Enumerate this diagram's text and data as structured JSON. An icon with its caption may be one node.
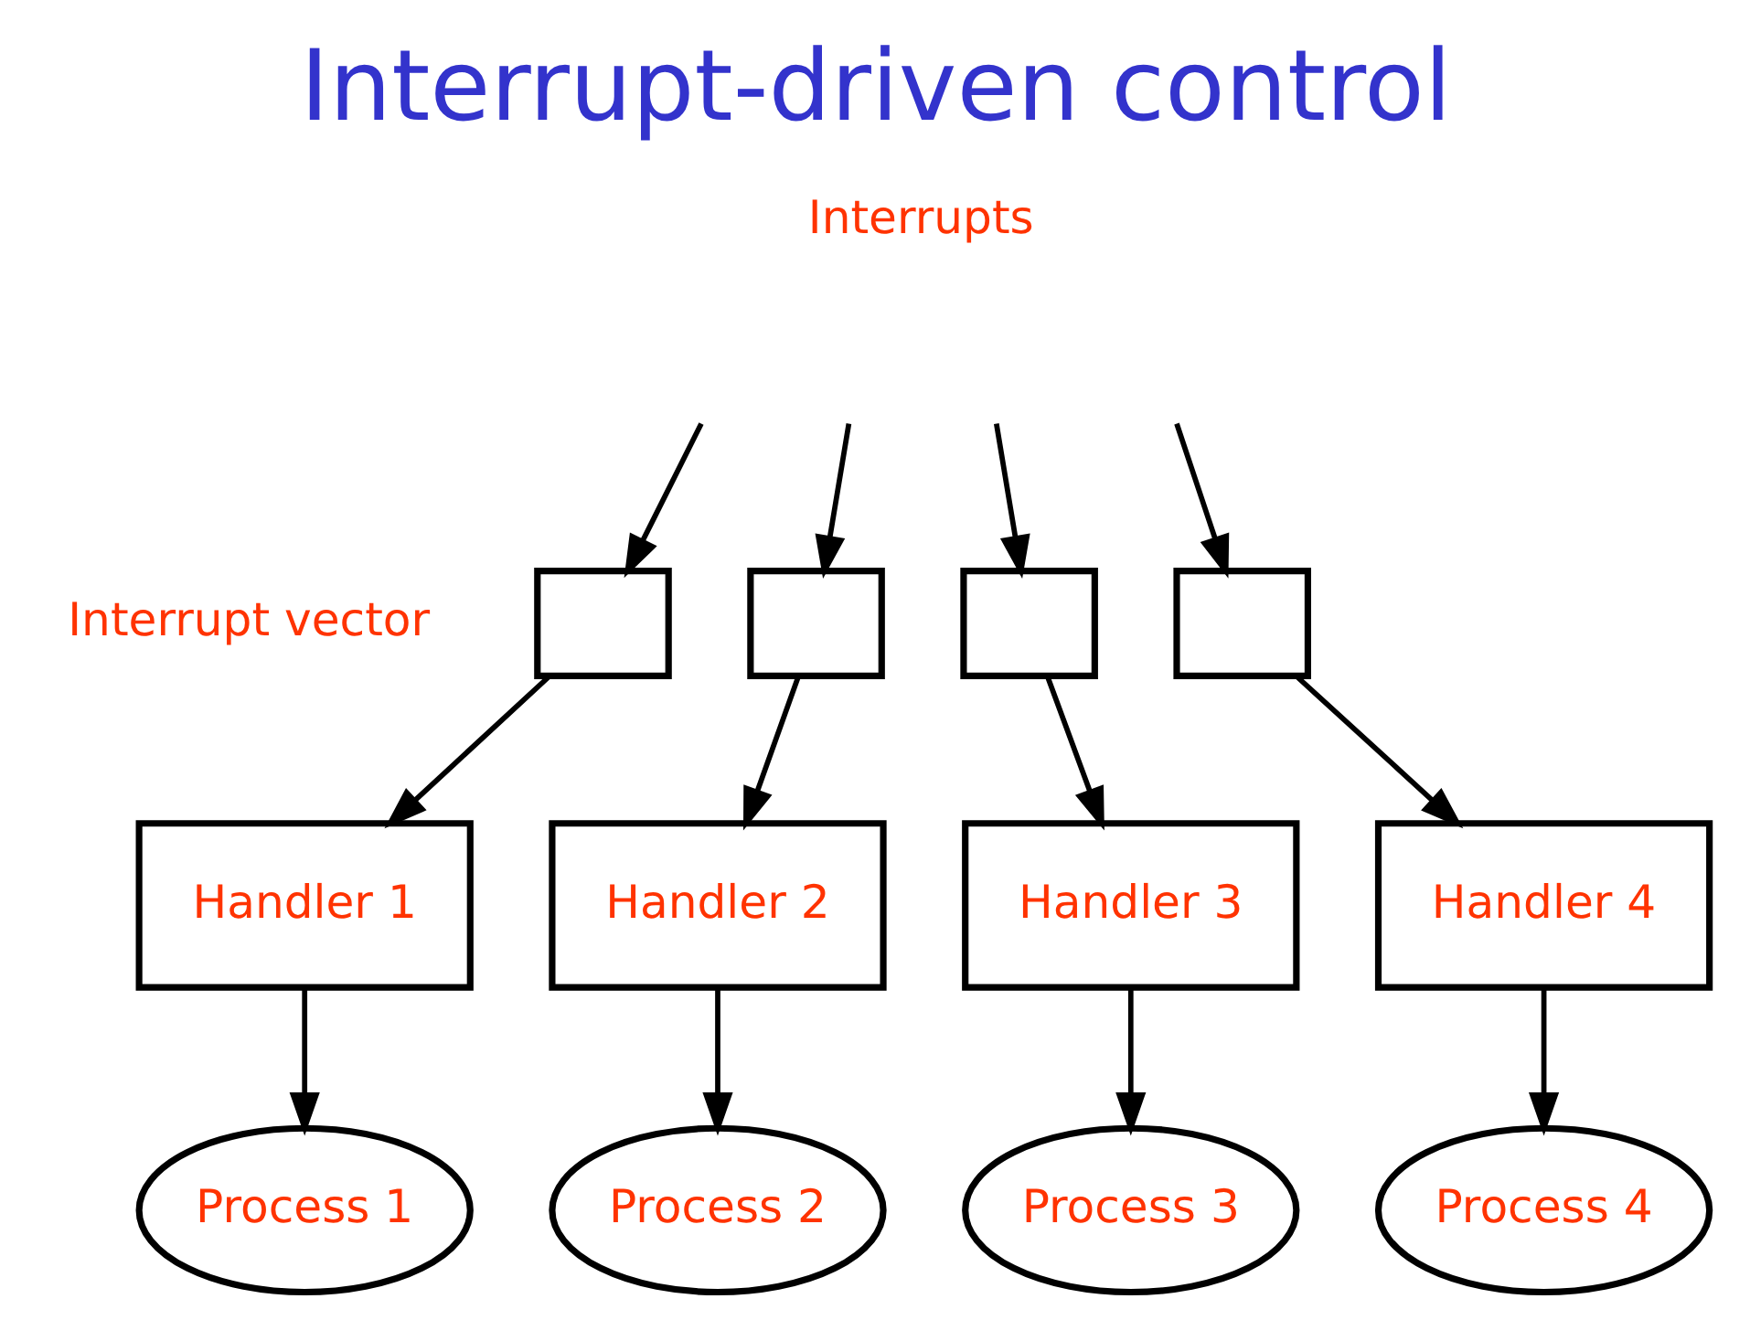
{
  "diagram": {
    "title": "Interrupt-driven control",
    "nodes": [
      {
        "text": [],
        "shape": "box"
      },
      {
        "text": [],
        "shape": "box"
      },
      {
        "text": [],
        "shape": "box"
      },
      {
        "text": [],
        "shape": "box"
      },
      {
        "text": [
          "Handler 1"
        ]
      },
      {
        "text": [
          "Handler 2"
        ]
      },
      {
        "text": [
          "Handler 3"
        ]
      },
      {
        "text": [
          "Handler 4"
        ]
      },
      {
        "text": [
          "Process 1"
        ]
      },
      {
        "text": [
          "Process 2"
        ]
      },
      {
        "text": [
          "Process 3"
        ]
      },
      {
        "text": [
          "Process 4"
        ]
      }
    ],
    "edges": [
      {
        "from": null,
        "to": 0,
        "arrow": "to"
      },
      {
        "from": null,
        "to": 1,
        "arrow": "to"
      },
      {
        "from": null,
        "to": 2,
        "arrow": "to"
      },
      {
        "from": null,
        "to": 3,
        "arrow": "to"
      },
      {
        "from": 0,
        "to": 4,
        "arrow": "to"
      },
      {
        "from": 1,
        "to": 5,
        "arrow": "to"
      },
      {
        "from": 2,
        "to": 6,
        "arrow": "to"
      },
      {
        "from": 3,
        "to": 7,
        "arrow": "to"
      },
      {
        "from": 4,
        "to": 8,
        "arrow": "to"
      },
      {
        "from": 5,
        "to": 9,
        "arrow": "to"
      },
      {
        "from": 6,
        "to": 10,
        "arrow": "to"
      },
      {
        "from": 7,
        "to": 11,
        "arrow": "to"
      }
    ],
    "labels": [
      "Interrupts",
      "Interrupt vector"
    ]
  }
}
